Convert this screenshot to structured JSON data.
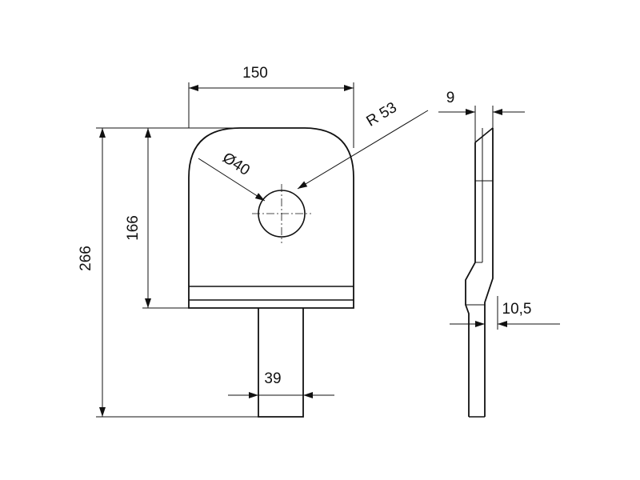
{
  "drawing": {
    "dimensions": {
      "plate_width": "150",
      "hole_diameter": "Ø40",
      "corner_radius": "R 53",
      "plate_thickness": "9",
      "plate_height": "166",
      "overall_height": "266",
      "tab_width": "39",
      "offset": "10,5"
    },
    "colors": {
      "line": "#111111",
      "background": "#ffffff"
    }
  }
}
